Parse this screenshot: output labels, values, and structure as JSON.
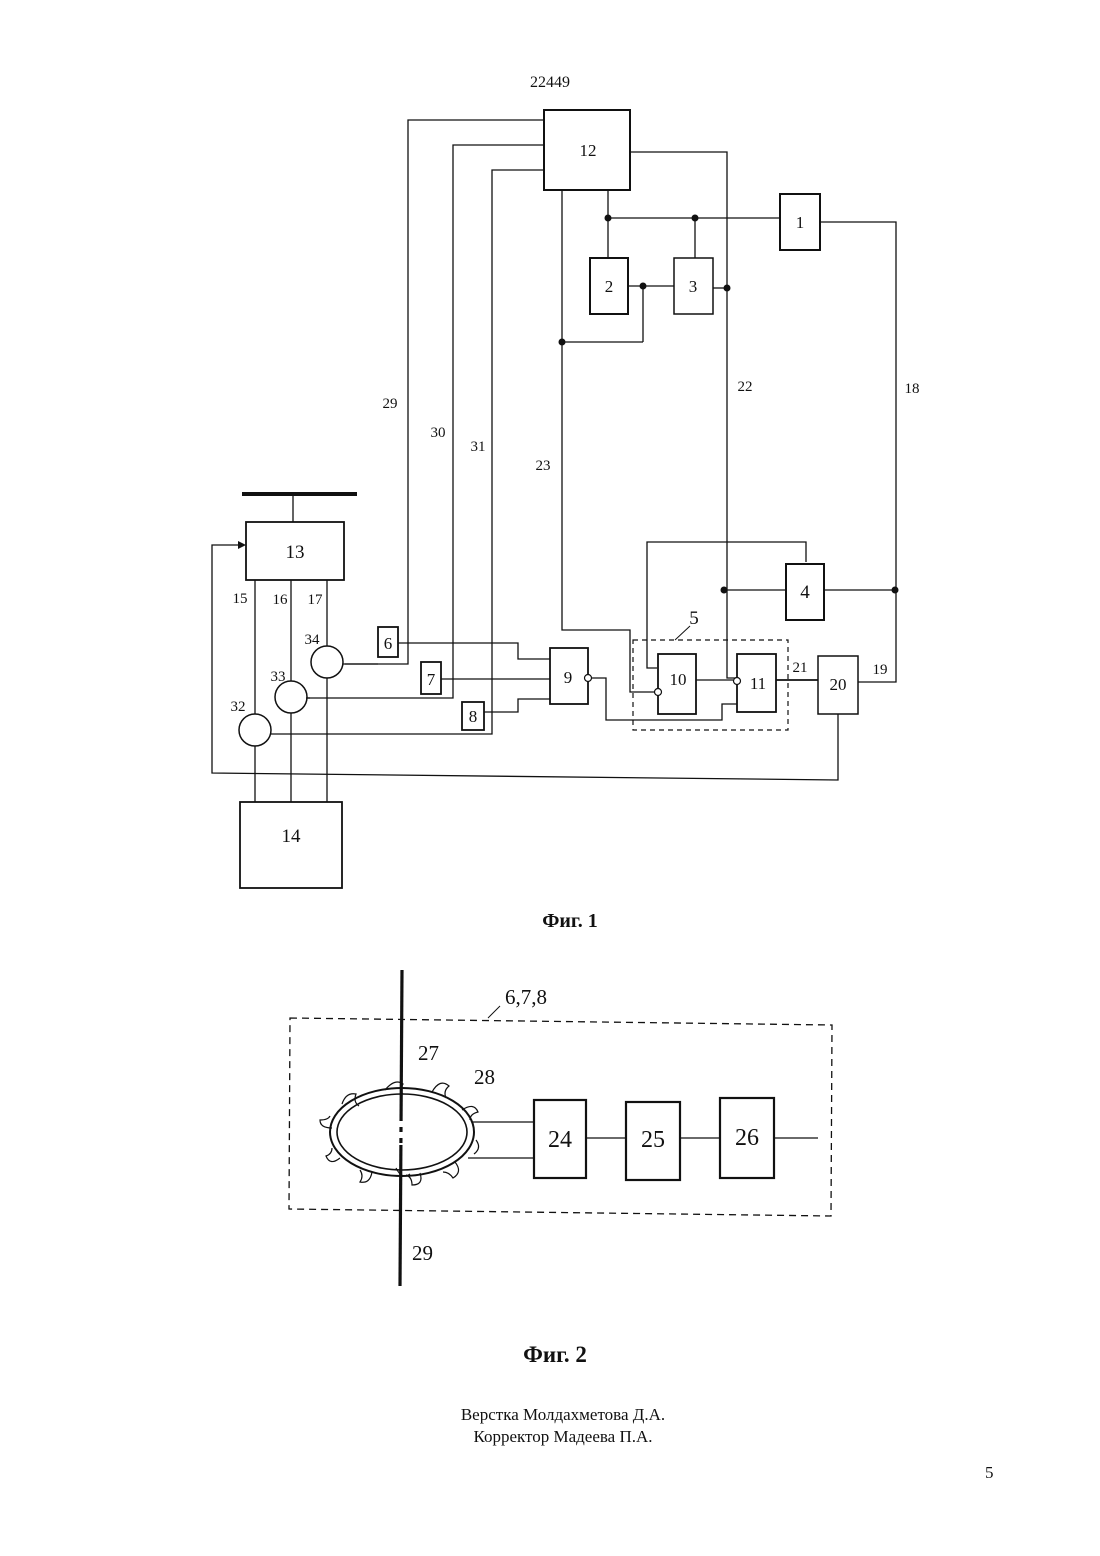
{
  "header": {
    "document_number": "22449"
  },
  "figure1": {
    "caption": "Фиг. 1",
    "blocks": [
      "1",
      "2",
      "3",
      "4",
      "6",
      "7",
      "8",
      "9",
      "10",
      "11",
      "12",
      "13",
      "14",
      "20"
    ],
    "unit_label": "5",
    "line_labels": [
      "15",
      "16",
      "17",
      "18",
      "19",
      "21",
      "22",
      "23",
      "29",
      "30",
      "31"
    ],
    "sensor_labels": [
      "32",
      "33",
      "34"
    ]
  },
  "figure2": {
    "caption": "Фиг. 2",
    "group_label": "6,7,8",
    "blocks": [
      "24",
      "25",
      "26"
    ],
    "labels": {
      "conductor": "29",
      "core": "27",
      "winding": "28"
    }
  },
  "footer": {
    "layout_credit": "Верстка Молдахметова Д.А.",
    "corrector_credit": "Корректор Мадеева П.А.",
    "page_number": "5"
  }
}
